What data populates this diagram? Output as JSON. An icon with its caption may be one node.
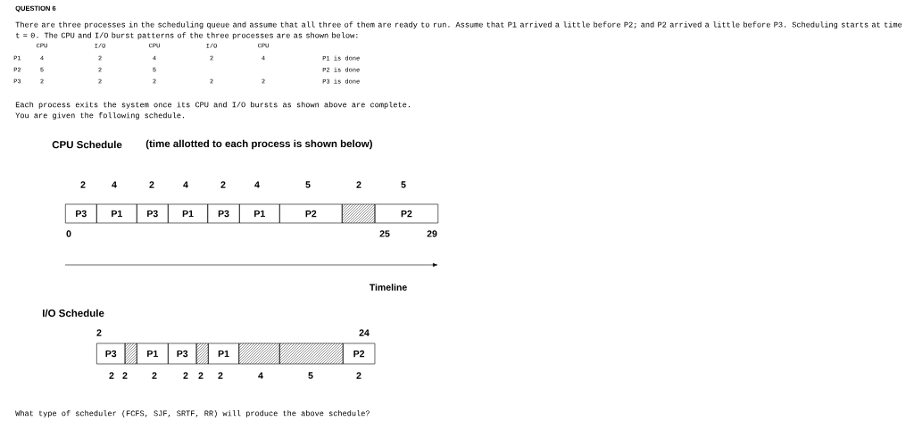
{
  "diagram": {
    "title": "QUESTION 6",
    "nodes": [
      {
        "text": [
          "P3"
        ]
      },
      {
        "text": [
          "P1"
        ]
      },
      {
        "text": [
          "P3"
        ]
      },
      {
        "text": [
          "P1"
        ]
      },
      {
        "text": [
          "P3"
        ]
      },
      {
        "text": [
          "P1"
        ]
      },
      {
        "text": [
          "P2"
        ]
      },
      {
        "text": [],
        "shape": "box"
      },
      {
        "text": [
          "P2"
        ]
      },
      {
        "text": [
          "P3"
        ]
      },
      {
        "text": [],
        "shape": "box"
      },
      {
        "text": [
          "P1"
        ]
      },
      {
        "text": [
          "P3"
        ]
      },
      {
        "text": [],
        "shape": "box"
      },
      {
        "text": [
          "P1"
        ]
      },
      {
        "text": [],
        "shape": "box"
      },
      {
        "text": [],
        "shape": "box"
      },
      {
        "text": [
          "P2"
        ]
      }
    ],
    "labels": [
      "There are three processes in the scheduling queue and assume that all three of them are ready to run. Assume that P1 arrived a little before P2; and P2 arrived a little before P3. Scheduling starts at time t = 0. The CPU and I/O burst patterns of the three processes are as shown below:",
      "CPU",
      "I/O",
      "CPU",
      "I/O",
      "CPU",
      "P1",
      "4",
      "2",
      "4",
      "2",
      "4",
      "P1 is done",
      "P2",
      "5",
      "2",
      "5",
      "P2 is done",
      "P3",
      "2",
      "2",
      "2",
      "2",
      "2",
      "P3 is done",
      "Each process exits the system once its CPU and I/O bursts as shown above are complete.",
      "You are given the following schedule.",
      "CPU Schedule",
      "(time allotted to each process is shown below)",
      "2",
      "4",
      "2",
      "4",
      "2",
      "4",
      "5",
      "2",
      "5",
      "0",
      "25",
      "29",
      "Timeline",
      "I/O Schedule",
      "2",
      "24",
      "2",
      "2",
      "2",
      "2",
      "2",
      "2",
      "4",
      "5",
      "2",
      "What type of scheduler (FCFS, SJF, SRTF, RR) will produce the above schedule?"
    ]
  }
}
